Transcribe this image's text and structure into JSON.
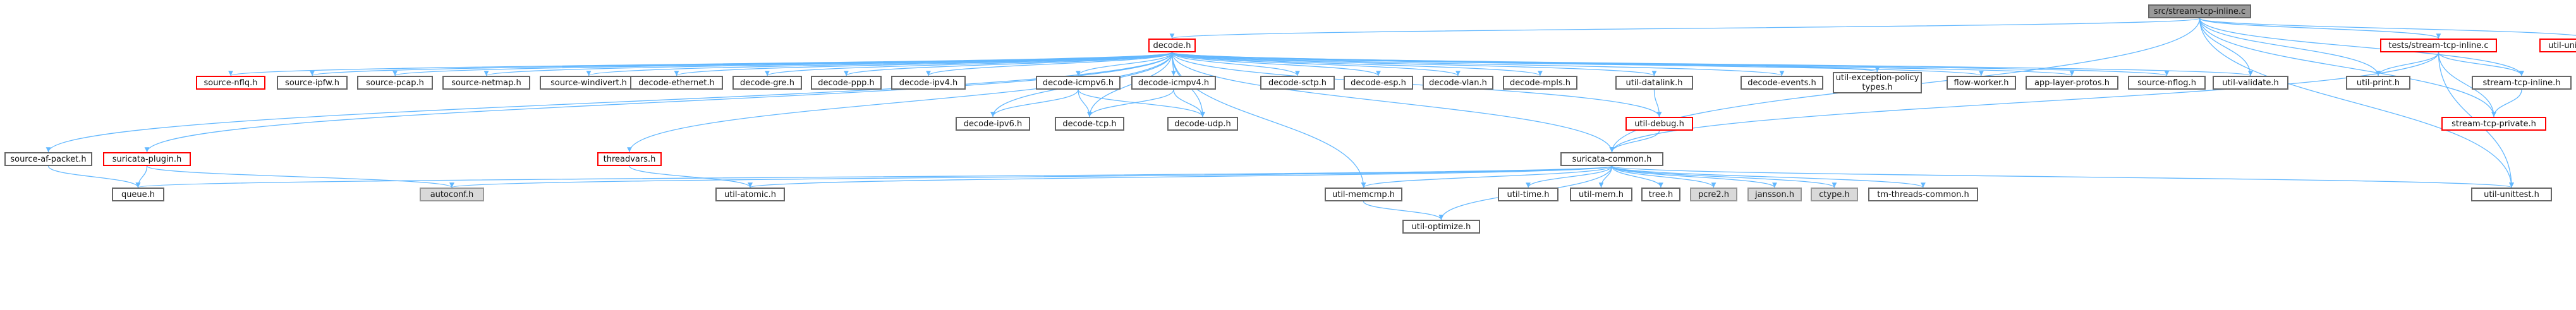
{
  "graph": {
    "root": "src/stream-tcp-inline.c",
    "nodes": {
      "root": "src/stream-tcp-inline.c",
      "decode_h": "decode.h",
      "tests_stream_tcp_inline_c": "tests/stream-tcp-inline.c",
      "util_unittest_helper_h": "util-unittest-helper.h",
      "source_nflq_h": "source-nflq.h",
      "source_ipfw_h": "source-ipfw.h",
      "source_pcap_h": "source-pcap.h",
      "source_netmap_h": "source-netmap.h",
      "source_windivert_h": "source-windivert.h",
      "decode_ethernet_h": "decode-ethernet.h",
      "decode_gre_h": "decode-gre.h",
      "decode_ppp_h": "decode-ppp.h",
      "decode_ipv4_h": "decode-ipv4.h",
      "decode_icmpv6_h": "decode-icmpv6.h",
      "decode_icmpv4_h": "decode-icmpv4.h",
      "decode_sctp_h": "decode-sctp.h",
      "decode_esp_h": "decode-esp.h",
      "decode_vlan_h": "decode-vlan.h",
      "decode_mpls_h": "decode-mpls.h",
      "util_datalink_h": "util-datalink.h",
      "decode_events_h": "decode-events.h",
      "util_exception_policy_types_h": "util-exception-policy types.h",
      "flow_worker_h": "flow-worker.h",
      "app_layer_protos_h": "app-layer-protos.h",
      "source_nflog_h": "source-nflog.h",
      "util_validate_h": "util-validate.h",
      "util_print_h": "util-print.h",
      "stream_tcp_inline_h": "stream-tcp-inline.h",
      "decode_ipv6_h": "decode-ipv6.h",
      "decode_tcp_h": "decode-tcp.h",
      "decode_udp_h": "decode-udp.h",
      "util_debug_h": "util-debug.h",
      "stream_tcp_private_h": "stream-tcp-private.h",
      "source_af_packet_h": "source-af-packet.h",
      "suricata_plugin_h": "suricata-plugin.h",
      "threadvars_h": "threadvars.h",
      "suricata_common_h": "suricata-common.h",
      "queue_h": "queue.h",
      "autoconf_h": "autoconf.h",
      "util_atomic_h": "util-atomic.h",
      "util_memcmp_h": "util-memcmp.h",
      "util_time_h": "util-time.h",
      "util_mem_h": "util-mem.h",
      "tree_h": "tree.h",
      "pcre2_h": "pcre2.h",
      "jansson_h": "jansson.h",
      "ctype_h": "ctype.h",
      "tm_threads_common_h": "tm-threads-common.h",
      "util_unittest_h": "util-unittest.h",
      "util_optimize_h": "util-optimize.h"
    },
    "colors": {
      "edge": "#63b8ff",
      "node_border": "#666666",
      "node_border_incomplete": "#ff0000",
      "system_header_fill": "#d9d9d9",
      "root_fill": "#999999"
    }
  }
}
